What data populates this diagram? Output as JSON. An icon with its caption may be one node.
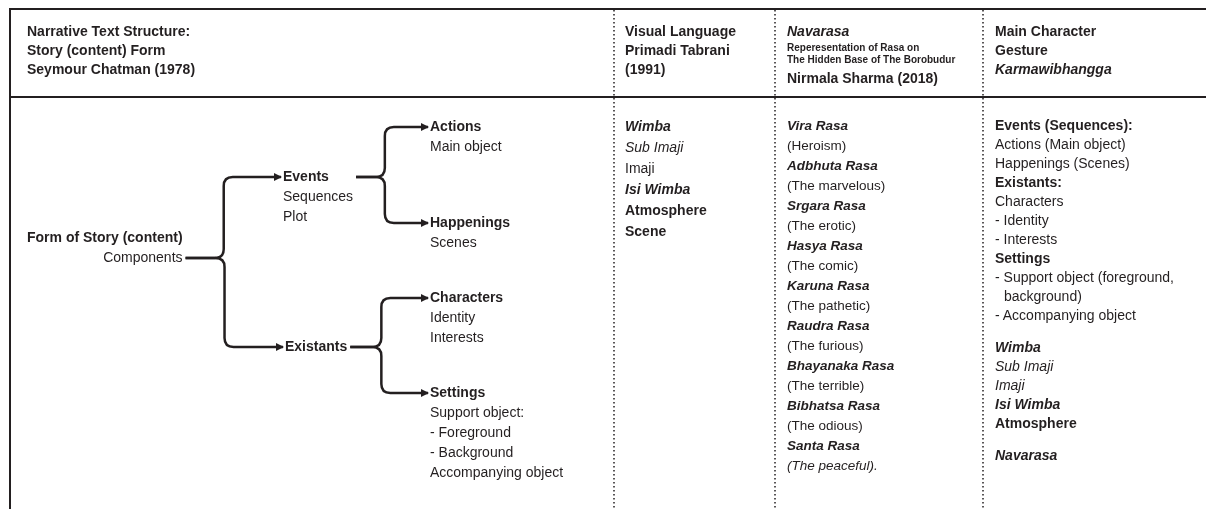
{
  "diagram": {
    "nodes": [
      {
        "text": [
          "Form of Story (content)",
          "Components"
        ]
      },
      {
        "text": [
          "Events",
          "Sequences",
          "Plot"
        ]
      },
      {
        "text": [
          "Existants"
        ]
      },
      {
        "text": [
          "Actions",
          "Main object"
        ]
      },
      {
        "text": [
          "Happenings",
          "Scenes"
        ]
      },
      {
        "text": [
          "Characters",
          "Identity",
          "Interests"
        ]
      },
      {
        "text": [
          "Settings",
          "Support object:",
          "- Foreground",
          "- Background",
          "Accompanying object"
        ]
      }
    ],
    "edges": [
      {
        "from": 0,
        "to": 1,
        "arrow": "to"
      },
      {
        "from": 0,
        "to": 2,
        "arrow": "to"
      },
      {
        "from": 1,
        "to": 3,
        "arrow": "to"
      },
      {
        "from": 1,
        "to": 4,
        "arrow": "to"
      },
      {
        "from": 2,
        "to": 5,
        "arrow": "to"
      },
      {
        "from": 2,
        "to": 6,
        "arrow": "to"
      }
    ],
    "labels": [
      "Narrative Text Structure:",
      "Story (content) Form",
      "Seymour Chatman (1978)",
      "Visual Language",
      "Primadi Tabrani",
      "(1991)",
      "Navarasa",
      "Reperesentation of Rasa on",
      "The Hidden Base of The Borobudur",
      "Nirmala Sharma (2018)",
      "Main Character",
      "Gesture",
      "Karmawibhangga",
      "Wimba",
      "Sub Imaji",
      "Imaji",
      "Isi Wimba",
      "Atmosphere",
      "Scene",
      "Vira Rasa",
      "(Heroism)",
      "Adbhuta Rasa",
      "(The marvelous)",
      "Srgara Rasa",
      "(The erotic)",
      "Hasya Rasa",
      "(The comic)",
      "Karuna Rasa",
      "(The pathetic)",
      "Raudra Rasa",
      "(The furious)",
      "Bhayanaka Rasa",
      "(The terrible)",
      "Bibhatsa Rasa",
      "(The odious)",
      "Santa Rasa",
      "(The peaceful).",
      "Events (Sequences):",
      "Actions (Main object)",
      "Happenings (Scenes)",
      "Existants:",
      "Characters",
      "- Identity",
      "- Interests",
      "Settings",
      "- Support object (foreground, background)",
      "- Accompanying object",
      "Wimba",
      "Sub Imaji",
      "Imaji",
      "Isi Wimba",
      "Atmosphere",
      "Navarasa"
    ]
  }
}
